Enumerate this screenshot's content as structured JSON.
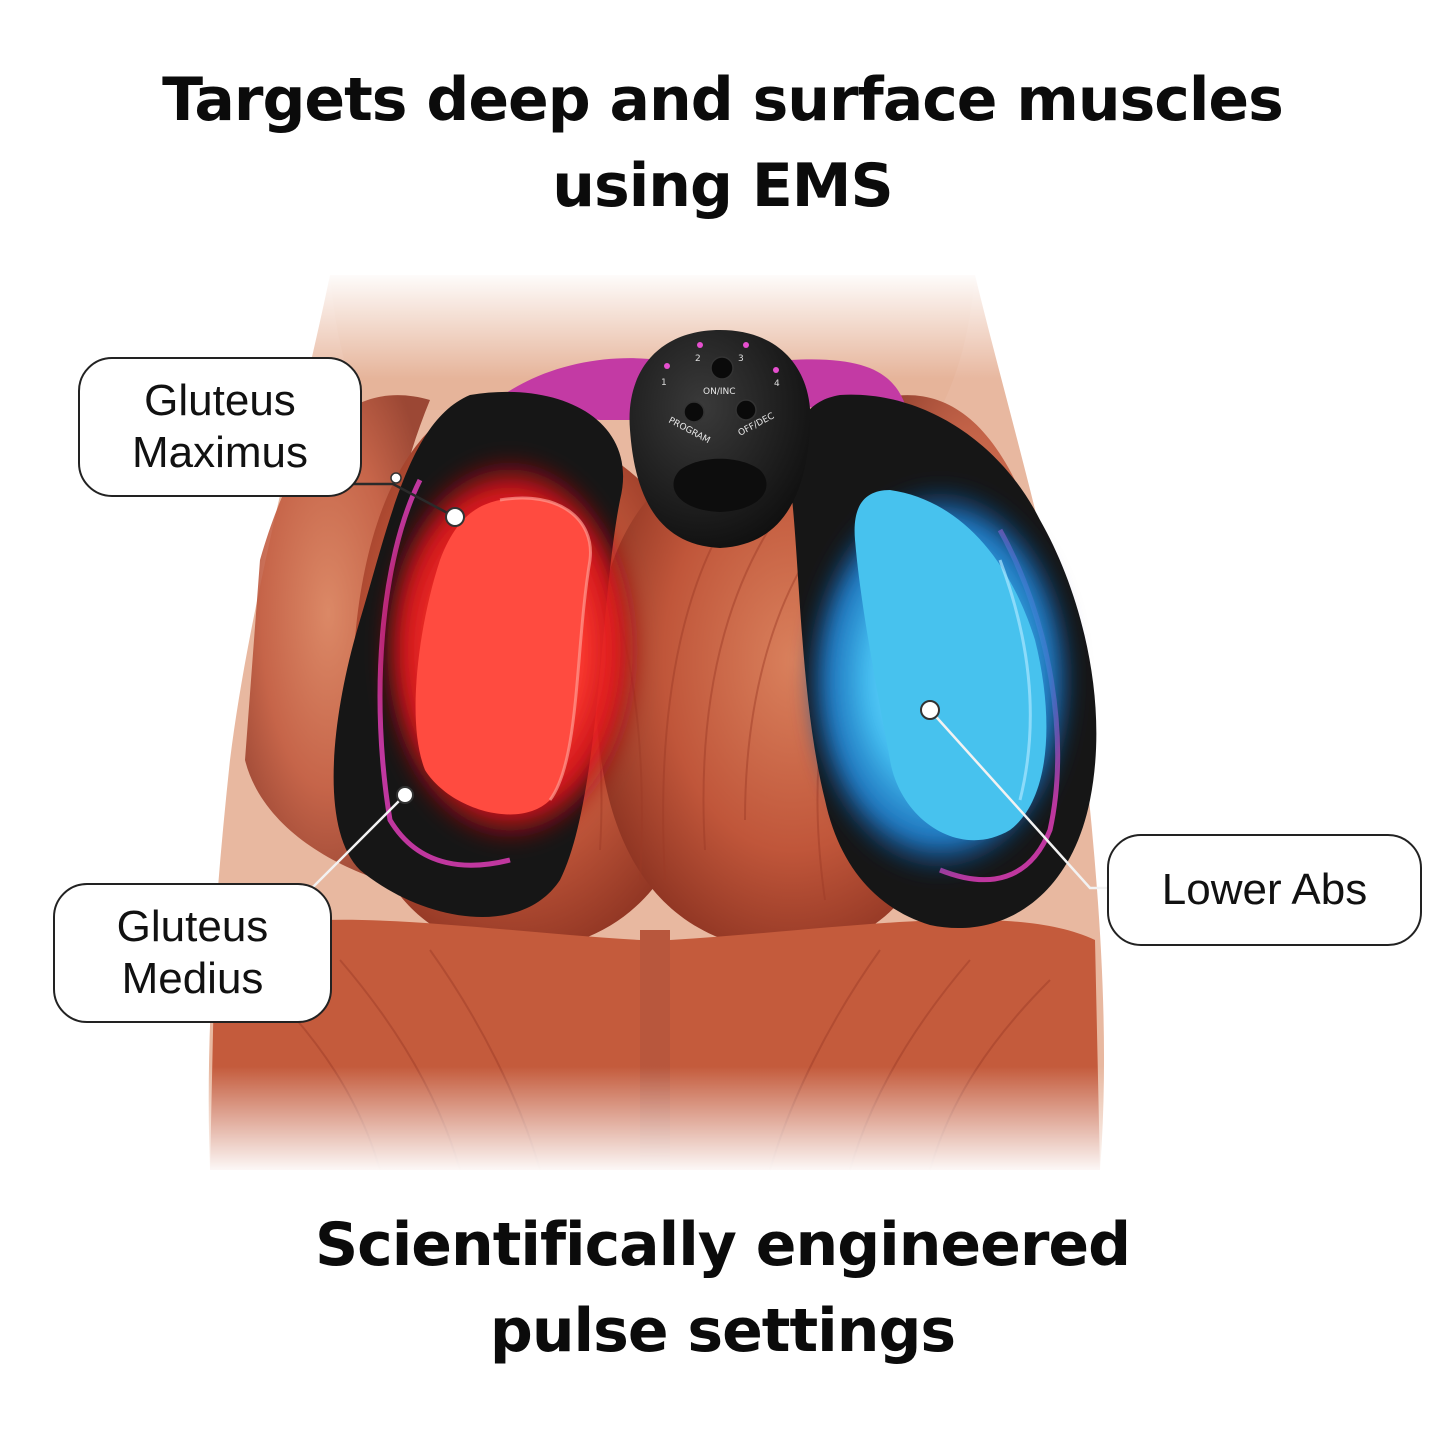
{
  "headline": {
    "line1": "Targets deep and surface muscles",
    "line2": "using EMS"
  },
  "footer": {
    "line1": "Scientifically engineered",
    "line2": "pulse settings"
  },
  "callouts": {
    "gluteus_maximus": [
      "Gluteus",
      "Maximus"
    ],
    "gluteus_medius": [
      "Gluteus",
      "Medius"
    ],
    "lower_abs": "Lower Abs"
  },
  "device": {
    "on_inc": "ON/INC",
    "program": "PROGRAM",
    "off_dec": "OFF/DEC",
    "modes": [
      "1",
      "2",
      "3",
      "4"
    ]
  },
  "colors": {
    "left_pad_glow": "#ff2a2a",
    "right_pad_glow": "#3ec3f5",
    "pad_accent": "#c0379f",
    "device_body": "#1a1a1a"
  }
}
